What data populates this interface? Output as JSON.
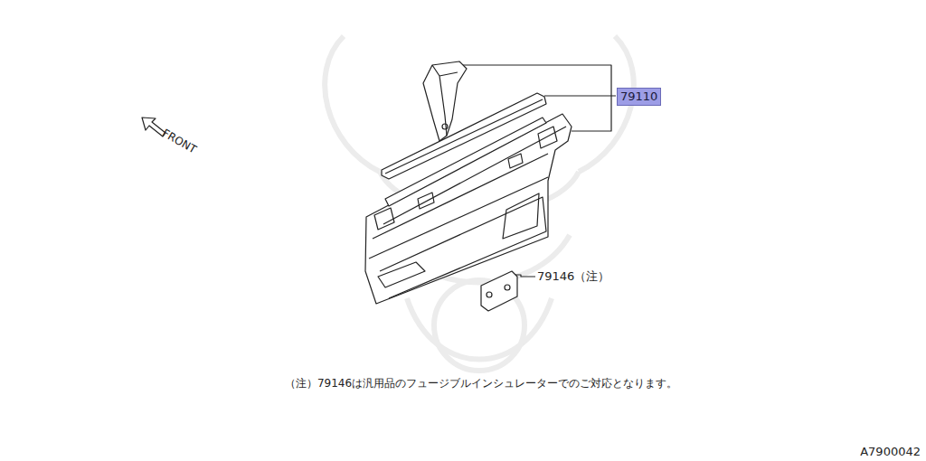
{
  "diagram": {
    "nodes": [
      {
        "text": [
          "79110"
        ]
      }
    ],
    "labels": [
      "FRONT",
      "79146（注）",
      "（注）79146は汎用品のフュージブルインシュレーターでのご対応となります。",
      "A7900042"
    ]
  }
}
